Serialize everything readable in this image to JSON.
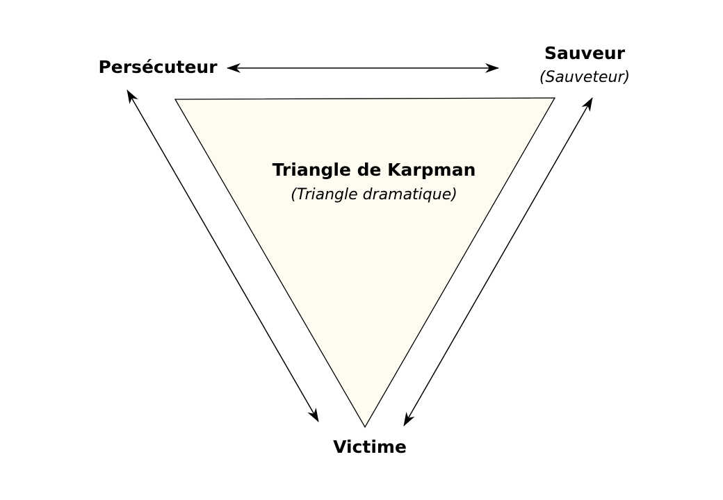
{
  "diagram": {
    "center_title": "Triangle de Karpman",
    "center_subtitle": "(Triangle dramatique)",
    "roles": {
      "persecutor": "Persécuteur",
      "rescuer": "Sauveur",
      "rescuer_alt": "(Sauveteur)",
      "victim": "Victime"
    },
    "colors": {
      "triangle_fill": "#fefcf0",
      "triangle_stroke": "#000000",
      "arrow": "#000000",
      "text": "#000000"
    }
  }
}
